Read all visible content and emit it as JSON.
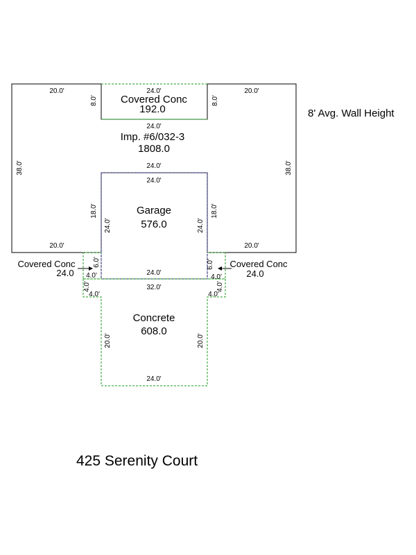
{
  "note": "8' Avg. Wall Height",
  "address": "425 Serenity Court",
  "areas": {
    "covered_top": {
      "name": "Covered Conc",
      "value": "192.0"
    },
    "main": {
      "name": "Imp. #6/032-3",
      "value": "1808.0"
    },
    "garage": {
      "name": "Garage",
      "value": "576.0"
    },
    "covered_left": {
      "name": "Covered Conc",
      "value": "24.0"
    },
    "covered_right": {
      "name": "Covered Conc",
      "value": "24.0"
    },
    "concrete": {
      "name": "Concrete",
      "value": "608.0"
    }
  },
  "dimensions": {
    "top_left": "20.0'",
    "top_mid": "24.0'",
    "top_right": "20.0'",
    "cov_left_side": "8.0'",
    "cov_right_side": "8.0'",
    "cov_bottom": "24.0'",
    "left_side": "38.0'",
    "right_side": "38.0'",
    "garage_top_outer": "24.0'",
    "garage_top_inner": "24.0'",
    "garage_outer_left": "18.0'",
    "garage_inner_left": "24.0'",
    "garage_inner_right": "24.0'",
    "garage_outer_right": "18.0'",
    "bottom_left": "20.0'",
    "bottom_right": "20.0'",
    "small_left_side": "6.0'",
    "small_left_bottom": "4.0'",
    "small_right_side": "6.0'",
    "small_right_bottom": "4.0'",
    "garage_bottom": "24.0'",
    "drive_top": "32.0'",
    "drive_tab_left_side": "4.0'",
    "drive_tab_left_bottom": "4.0'",
    "drive_tab_right_side": "4.0'",
    "drive_tab_right_bottom": "4.0'",
    "drive_left": "20.0'",
    "drive_right": "20.0'",
    "drive_bottom": "24.0'"
  }
}
